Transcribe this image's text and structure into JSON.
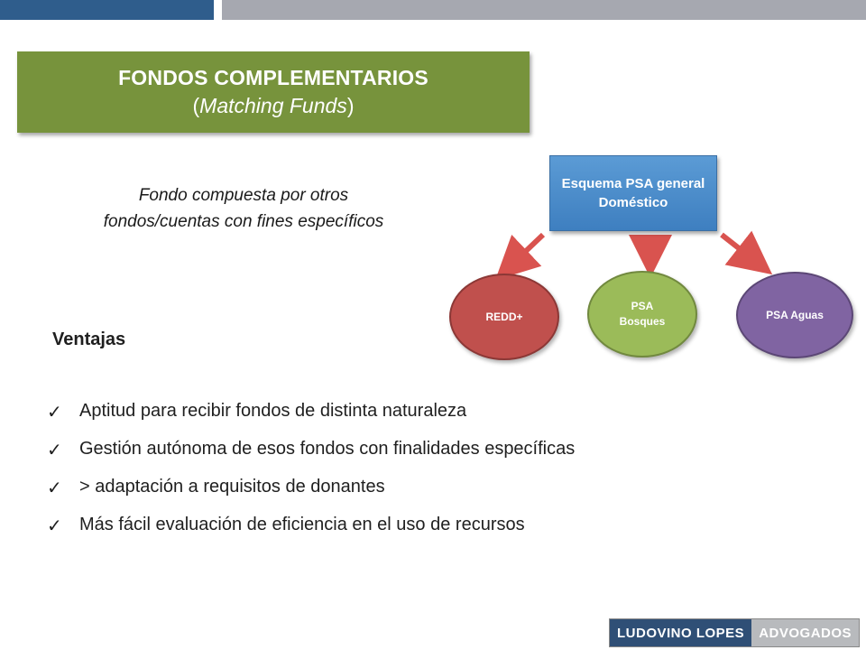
{
  "header": {
    "title": "FONDOS COMPLEMENTARIOS",
    "subtitle_open": "(",
    "subtitle_italic": "Matching Funds",
    "subtitle_close": ")"
  },
  "description": {
    "line1": "Fondo compuesta por otros",
    "line2": "fondos/cuentas con fines específicos"
  },
  "diagram": {
    "top_node": {
      "line1": "Esquema PSA general",
      "line2": "Doméstico",
      "color": "#4f8fcf"
    },
    "nodes": [
      {
        "line1": "REDD+",
        "line2": "",
        "color": "#c0504d"
      },
      {
        "line1": "PSA",
        "line2": "Bosques",
        "color": "#9bbb59"
      },
      {
        "line1": "PSA Aguas",
        "line2": "",
        "color": "#8064a2"
      }
    ],
    "arrow_color": "#d9534f"
  },
  "ventajas": {
    "title": "Ventajas",
    "items": [
      "Aptitud para recibir fondos de distinta naturaleza",
      "Gestión autónoma de esos fondos con finalidades específicas",
      "> adaptación a requisitos de donantes",
      "Más fácil evaluación de eficiencia en el uso de recursos"
    ],
    "check_icon": "checkmark-icon"
  },
  "logo": {
    "left": "LUDOVINO LOPES",
    "right": "ADVOGADOS"
  },
  "colors": {
    "title_bg": "#77933c",
    "topbar_blue": "#2f5d8c",
    "topbar_gray": "#a6a8b0"
  }
}
